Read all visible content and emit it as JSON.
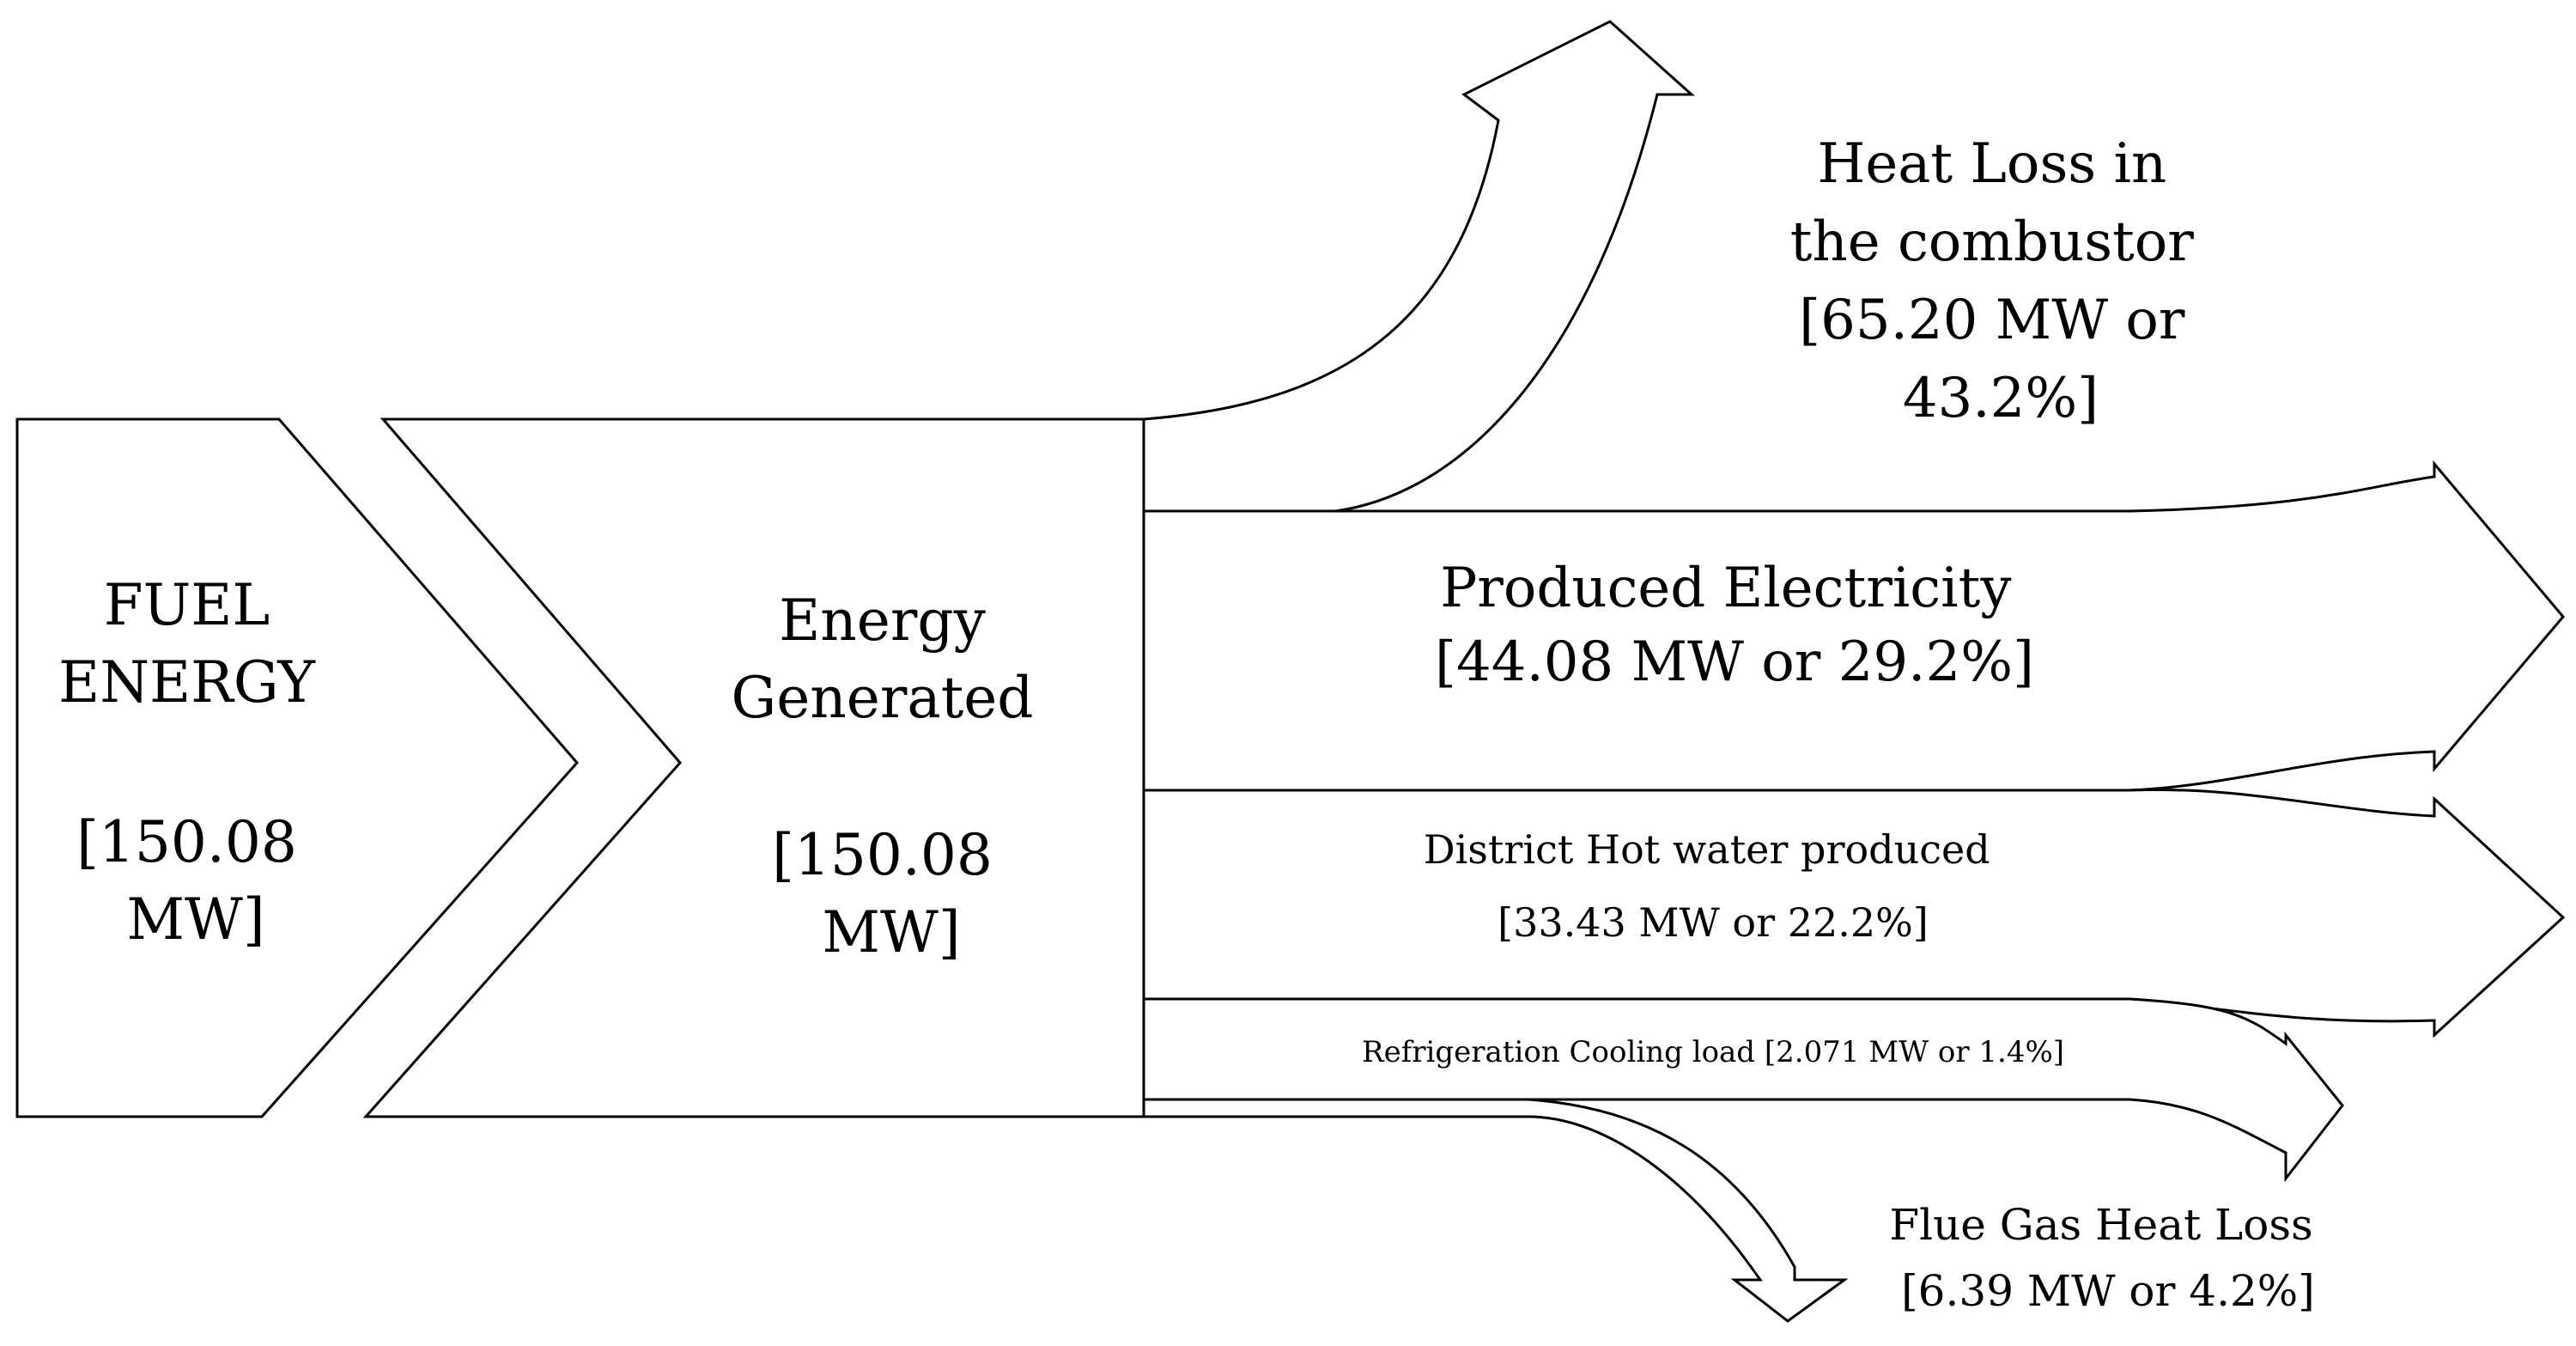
{
  "diagram": {
    "title": "",
    "colors": {
      "stroke": "#000000",
      "fill": "#ffffff",
      "text": "#000000"
    },
    "nodes": {
      "fuel": {
        "lines": [
          "FUEL",
          "ENERGY",
          "",
          "[150.08",
          "MW]"
        ]
      },
      "generated": {
        "lines": [
          "Energy",
          "Generated",
          "",
          "[150.08",
          "MW]"
        ]
      }
    },
    "flows": {
      "heat_loss": {
        "lines": [
          "Heat Loss in",
          "the combustor",
          "[65.20 MW or",
          "43.2%]"
        ],
        "value_mw": 65.2,
        "percent": 43.2
      },
      "electricity": {
        "lines": [
          "Produced Electricity",
          "[44.08 MW or 29.2%]"
        ],
        "value_mw": 44.08,
        "percent": 29.2
      },
      "hot_water": {
        "lines": [
          "District Hot water produced",
          "[33.43 MW or 22.2%]"
        ],
        "value_mw": 33.43,
        "percent": 22.2
      },
      "refrigeration": {
        "lines": [
          "Refrigeration Cooling load [2.071 MW or 1.4%]"
        ],
        "value_mw": 2.071,
        "percent": 1.4
      },
      "flue_gas": {
        "lines": [
          "Flue Gas Heat Loss",
          "[6.39 MW or 4.2%]"
        ],
        "value_mw": 6.39,
        "percent": 4.2
      }
    }
  }
}
